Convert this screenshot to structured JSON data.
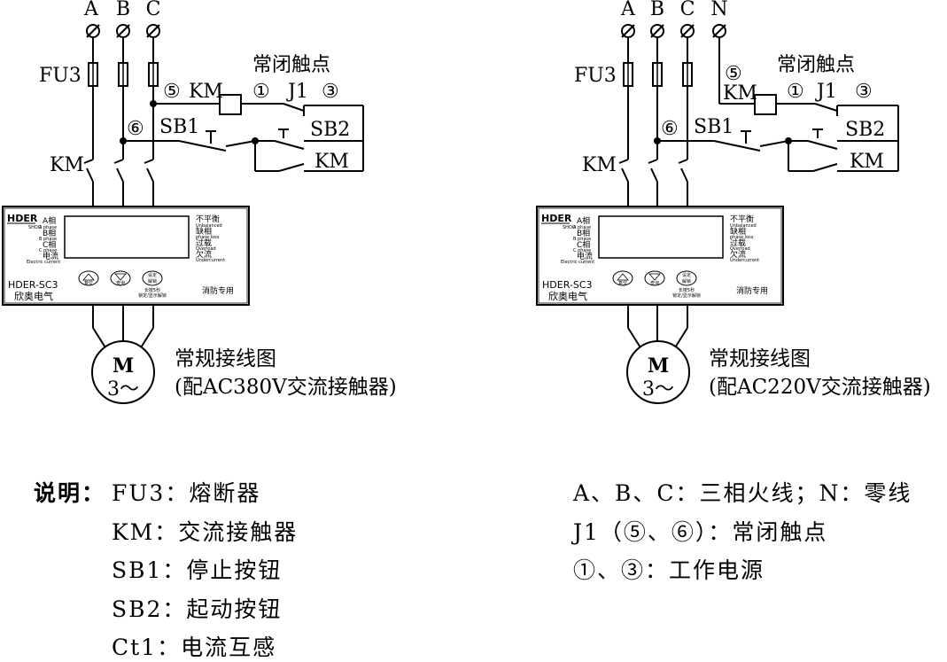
{
  "left": {
    "phases": [
      "A",
      "B",
      "C"
    ],
    "fuse_label": "FU3",
    "contact_title": "常闭触点",
    "node5": "⑤",
    "km_coil": "KM",
    "node1": "①",
    "j1": "J1",
    "node3": "③",
    "node6": "⑥",
    "sb1": "SB1",
    "sb2": "SB2",
    "km_contact": "KM",
    "km_main": "KM",
    "caption1": "常规接线图",
    "caption2": "(配AC380V交流接触器)"
  },
  "right": {
    "phases": [
      "A",
      "B",
      "C",
      "N"
    ],
    "fuse_label": "FU3",
    "contact_title": "常闭触点",
    "node5": "⑤",
    "km_coil": "KM",
    "node1": "①",
    "j1": "J1",
    "node3": "③",
    "node6": "⑥",
    "sb1": "SB1",
    "sb2": "SB2",
    "km_contact": "KM",
    "km_main": "KM",
    "caption1": "常规接线图",
    "caption2": "(配AC220V交流接触器)"
  },
  "device": {
    "brand": "HDER",
    "brand_sub": "SHOO",
    "phase_a": "A相",
    "phase_a_en": "A phase",
    "phase_b": "B相",
    "phase_b_en": "B phase",
    "phase_c": "C相",
    "phase_c_en": "C phase",
    "current": "电流",
    "current_en": "Electric current",
    "unbalanced": "不平衡",
    "unbalanced_en": "Unbalanced",
    "phase_loss": "缺相",
    "phase_loss_en": "phase loss",
    "overload": "过载",
    "overload_en": "Overload",
    "undercurrent": "欠流",
    "undercurrent_en": "Undercurrent",
    "btn_reset": "复位",
    "btn_query": "查询",
    "btn_set": "设定",
    "btn_unlock": "解锁",
    "btn_note1": "长按5秒",
    "btn_note2": "锁定/显示解锁",
    "model": "HDER-SC3",
    "company": "欣奥电气",
    "purpose": "消防专用"
  },
  "motor": {
    "letter": "M",
    "phase": "3～"
  },
  "legend": {
    "title": "说明：",
    "items": [
      "FU3：熔断器",
      "KM：交流接触器",
      "SB1：停止按钮",
      "SB2：起动按钮",
      "Ct1：电流互感"
    ],
    "right_items": [
      "A、B、C：三相火线；N：零线",
      "J1（⑤、⑥）：常闭触点",
      "①、③：工作电源"
    ]
  }
}
